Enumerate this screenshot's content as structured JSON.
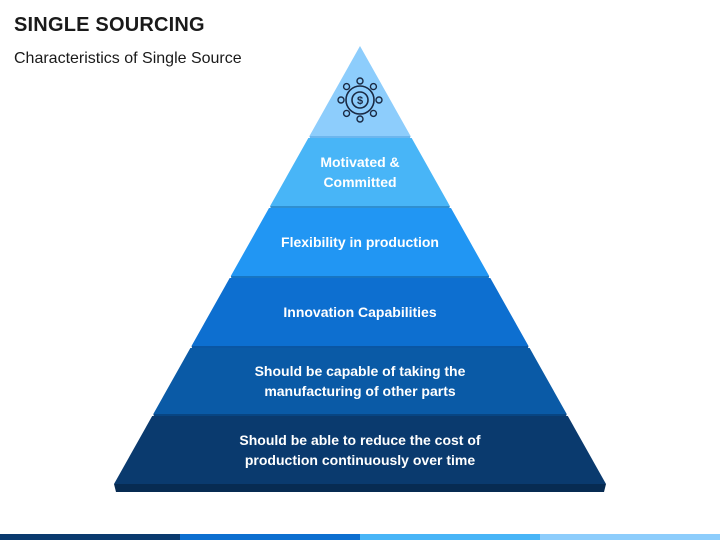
{
  "header": {
    "title": "SINGLE SOURCING",
    "subtitle": "Characteristics of Single Source"
  },
  "pyramid": {
    "apex_icon": "dollar-gear-icon",
    "tiers": [
      {
        "lines": [
          "Motivated &",
          "Committed"
        ],
        "color": "#48b5f7",
        "side": "#2f8fd0"
      },
      {
        "lines": [
          "Flexibility in production"
        ],
        "color": "#2196f3",
        "side": "#1775c2"
      },
      {
        "lines": [
          "Innovation Capabilities"
        ],
        "color": "#0d6fd0",
        "side": "#0a56a3"
      },
      {
        "lines": [
          "Should be capable of taking the",
          "manufacturing of other parts"
        ],
        "color": "#0a5aa6",
        "side": "#084582"
      },
      {
        "lines": [
          "Should be able to reduce the cost of",
          "production continuously over time"
        ],
        "color": "#0a3a6e",
        "side": "#072b52"
      }
    ],
    "apex_color": "#8dcdfc",
    "apex_side": "#6cb6ee"
  },
  "footer": {
    "colors": [
      "#0a3a6e",
      "#0d6fd0",
      "#48b5f7",
      "#8dcdfc"
    ]
  }
}
